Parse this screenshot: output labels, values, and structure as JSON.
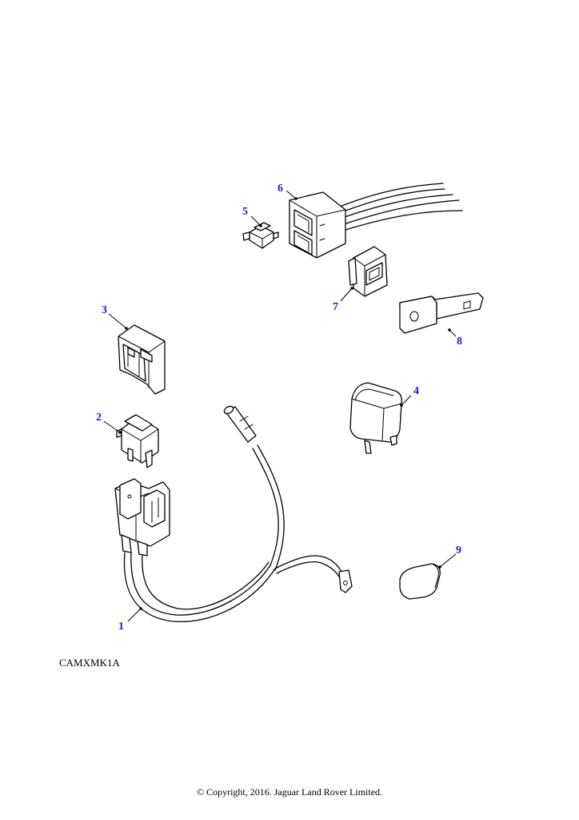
{
  "diagram": {
    "reference_code": "CAMXMK1A",
    "copyright": "© Copyright, 2016. Jaguar Land Rover Limited.",
    "callouts": [
      "1",
      "2",
      "3",
      "4",
      "5",
      "6",
      "7",
      "8",
      "9"
    ],
    "callout_color": "#1a1adc"
  }
}
